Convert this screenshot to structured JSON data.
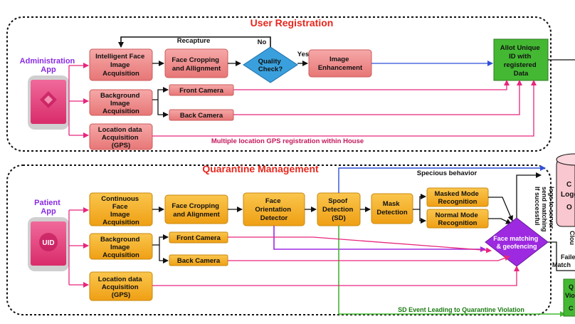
{
  "user_registration": {
    "title": "User Registration",
    "app_label": [
      "Administration",
      "App"
    ],
    "nodes": {
      "intelligent_face": [
        "Intelligent Face",
        "Image",
        "Acquisition"
      ],
      "face_cropping": [
        "Face Cropping",
        "and Allignment"
      ],
      "quality_check": [
        "Quality",
        "Check?"
      ],
      "image_enhancement": [
        "Image",
        "Enhancement"
      ],
      "allot_id": [
        "Allot Unique",
        "ID with",
        "registered",
        "Data"
      ],
      "background": [
        "Background",
        "Image",
        "Acquisition"
      ],
      "front_camera": "Front Camera",
      "back_camera": "Back Camera",
      "location": [
        "Location data",
        "Acquisition",
        "(GPS)"
      ]
    },
    "labels": {
      "recapture": "Recapture",
      "no": "No",
      "yes": "Yes",
      "gps_note": "Multiple location GPS registration within House"
    }
  },
  "quarantine_management": {
    "title": "Quarantine Management",
    "app_label": [
      "Patient",
      "App"
    ],
    "phone_badge": "UID",
    "nodes": {
      "continuous_face": [
        "Continuous",
        "Face",
        "Image",
        "Acquisition"
      ],
      "face_cropping": [
        "Face Cropping",
        "and Alignment"
      ],
      "face_orientation": [
        "Face",
        "Orientation",
        "Detector"
      ],
      "spoof_detection": [
        "Spoof",
        "Detection",
        "(SD)"
      ],
      "mask_detection": [
        "Mask",
        "Detection"
      ],
      "masked_mode": [
        "Masked Mode",
        "Recognition"
      ],
      "normal_mode": [
        "Normal Mode",
        "Recognition"
      ],
      "face_matching": [
        "Face matching",
        "& geofencing"
      ],
      "background": [
        "Background",
        "Image",
        "Acquisition"
      ],
      "front_camera": "Front Camera",
      "back_camera": "Back Camera",
      "location": [
        "Location data",
        "Acquisition",
        "(GPS)"
      ]
    },
    "labels": {
      "specious": "Specious behavior",
      "if_successful": [
        "If successful",
        "send matching",
        "logs to server"
      ],
      "sd_event": "SD Event Leading to Quarantine Violation"
    }
  },
  "cutoff": {
    "cloud": [
      "C",
      "Logg",
      "O"
    ],
    "right_cloud": "Clou",
    "failed": [
      "Faile",
      "Match"
    ],
    "violation": [
      "Q",
      "Viol",
      "C"
    ]
  },
  "colors": {
    "pink_fill": "#f08c8c",
    "pink_edge": "#cc5c5c",
    "orange_fill": "#f5b42b",
    "orange_edge": "#c98a10",
    "quality_blue": "#3aa0dd",
    "green": "#44b833",
    "purple": "#9d2ae0",
    "magenta": "#e8267e",
    "blue_arrow": "#2f4fd6",
    "title_red": "#e8261c",
    "app_purple": "#8a2be2"
  }
}
